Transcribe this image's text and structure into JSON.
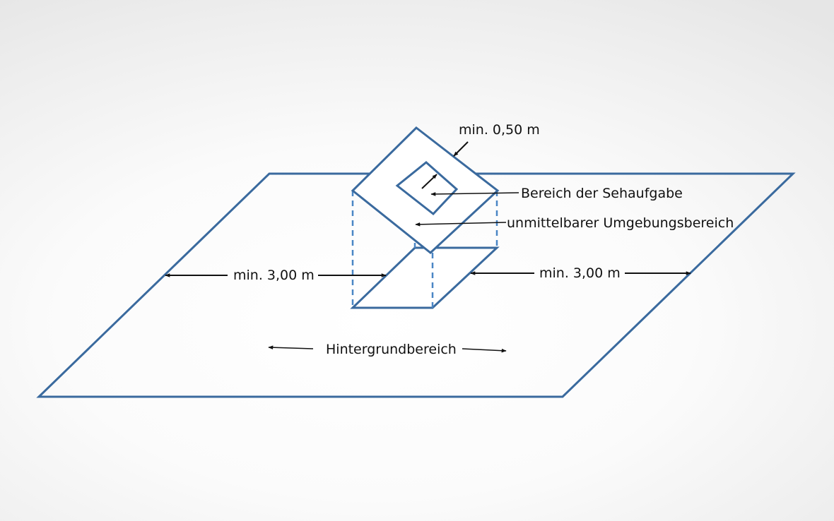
{
  "labels": {
    "top_distance": "min. 0,50 m",
    "task_area": "Bereich der Sehaufgabe",
    "surrounding_area": "unmittelbarer Umgebungsbereich",
    "left_distance": "min. 3,00 m",
    "right_distance": "min. 3,00 m",
    "background_area": "Hintergrundbereich"
  },
  "colors": {
    "outline": "#3a6a9e",
    "arrow": "#111111",
    "text": "#111111"
  }
}
